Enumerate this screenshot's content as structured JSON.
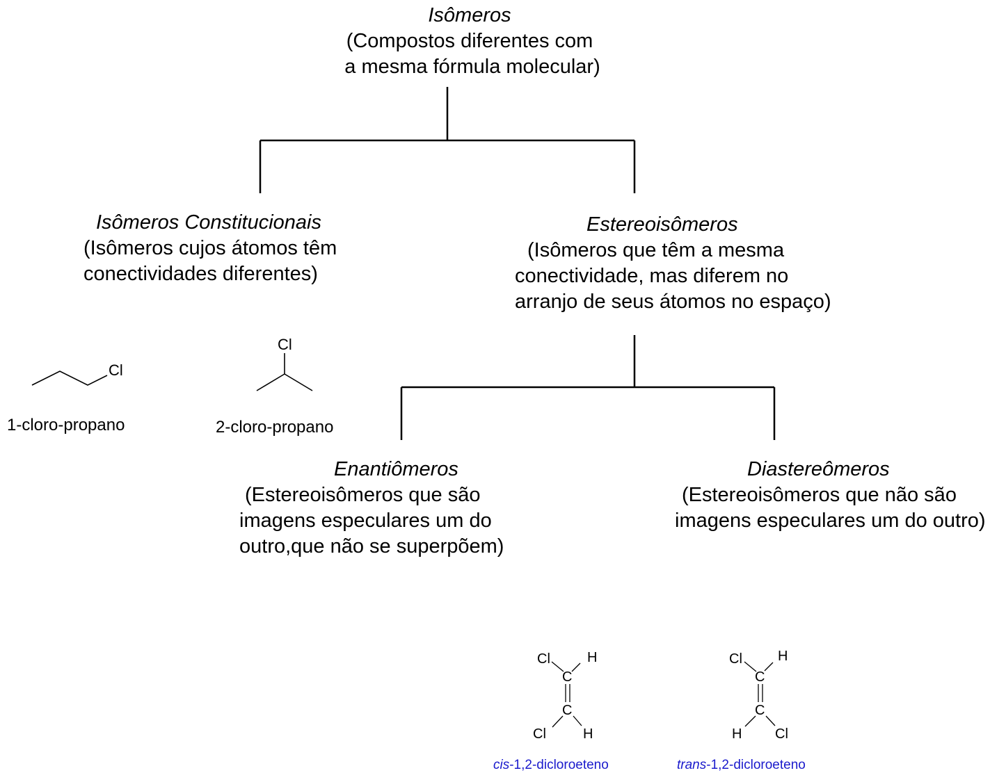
{
  "root": {
    "title": "Isômeros",
    "lines": [
      "(Compostos diferentes com",
      " a mesma fórmula molecular)"
    ]
  },
  "constitutional": {
    "title": "Isômeros Constitucionais",
    "lines": [
      "(Isômeros cujos átomos têm",
      "conectividades diferentes)"
    ],
    "examples": [
      {
        "name": "1-cloro-propano",
        "atom": "Cl"
      },
      {
        "name": "2-cloro-propano",
        "atom": "Cl"
      }
    ]
  },
  "stereo": {
    "title": "Estereoisômeros",
    "lines": [
      "(Isômeros que têm a mesma",
      "conectividade, mas diferem no",
      "arranjo de seus átomos no espaço)"
    ]
  },
  "enantiomers": {
    "title": "Enantiômeros",
    "lines": [
      "(Estereoisômeros que são",
      "imagens especulares um do",
      "outro,que não se superpõem)"
    ]
  },
  "diastereomers": {
    "title": "Diastereômeros",
    "lines": [
      "(Estereoisômeros que não são",
      "imagens especulares um do outro)"
    ],
    "examples": [
      {
        "prefix": "cis",
        "suffix": "-1,2-dicloroeteno",
        "atoms": [
          "Cl",
          "H",
          "C",
          "C",
          "Cl",
          "H"
        ]
      },
      {
        "prefix": "trans",
        "suffix": "-1,2-dicloroeteno",
        "atoms": [
          "Cl",
          "H",
          "C",
          "C",
          "H",
          "Cl"
        ]
      }
    ]
  },
  "colors": {
    "lines": "#000000",
    "caption": "#1a1acc"
  }
}
